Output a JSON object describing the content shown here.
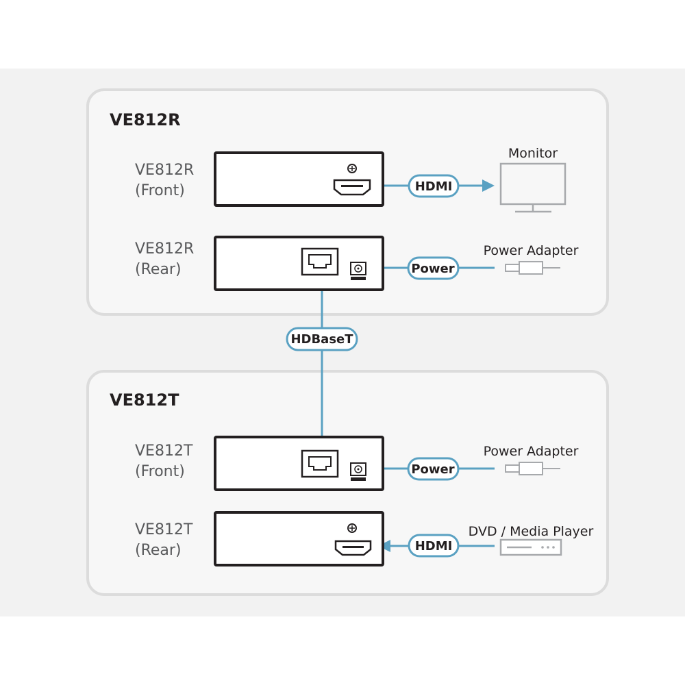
{
  "receiver": {
    "title": "VE812R",
    "front": {
      "line1": "VE812R",
      "line2": "(Front)"
    },
    "rear": {
      "line1": "VE812R",
      "line2": "(Rear)"
    }
  },
  "transmitter": {
    "title": "VE812T",
    "front": {
      "line1": "VE812T",
      "line2": "(Front)"
    },
    "rear": {
      "line1": "VE812T",
      "line2": "(Rear)"
    }
  },
  "cables": {
    "hdmi_out": "HDMI",
    "power_receiver": "Power",
    "hdbaset": "HDBaseT",
    "power_transmitter": "Power",
    "hdmi_in": "HDMI"
  },
  "devices": {
    "monitor": "Monitor",
    "power_adapter_receiver": "Power Adapter",
    "power_adapter_transmitter": "Power Adapter",
    "media_player": "DVD / Media Player"
  },
  "colors": {
    "cable": "#5aa1c2",
    "device_outline": "#231f20",
    "peripheral": "#a7a9ac",
    "panel_border": "#dcdcdc",
    "panel_fill": "#f7f7f7",
    "background_band": "#f2f2f2"
  }
}
